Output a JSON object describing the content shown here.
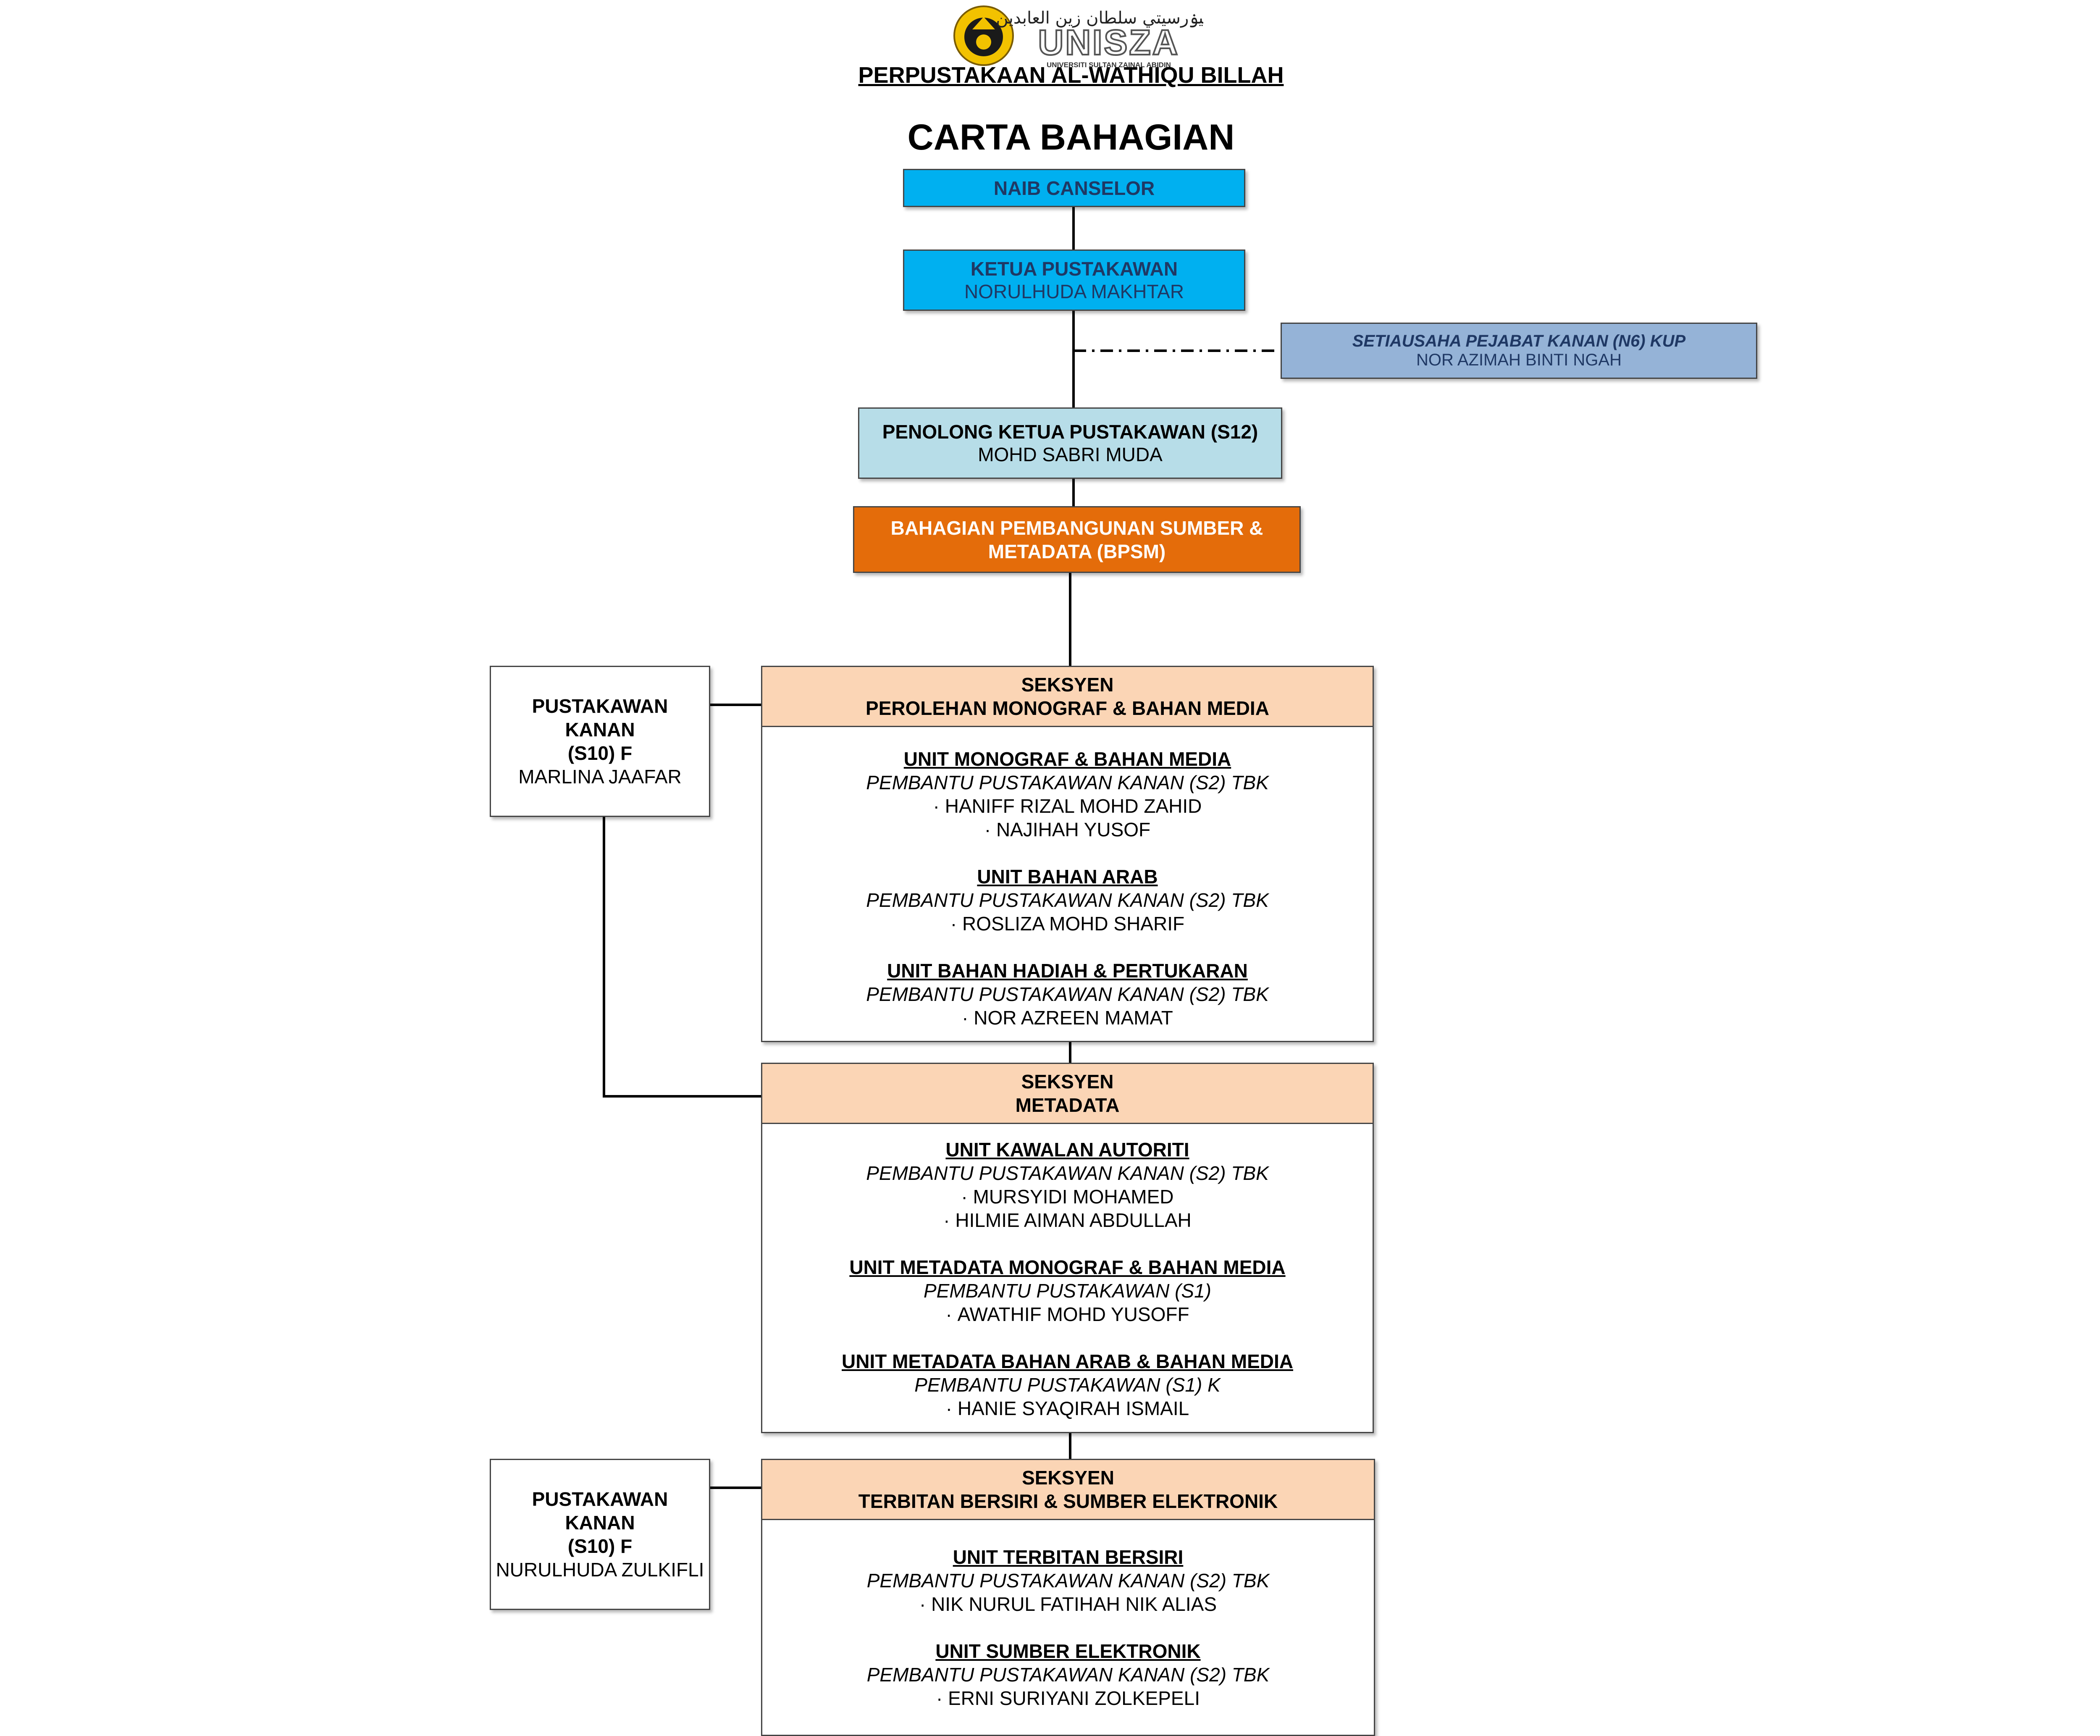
{
  "header": {
    "logo_text": "UNISZA",
    "logo_subtext": "UNIVERSITI SULTAN ZAINAL ABIDIN",
    "logo_arabic": "يونيۏرسيتي سلطان زين العابدين",
    "library_name": "PERPUSTAKAAN AL-WATHIQU BILLAH",
    "chart_title": "CARTA BAHAGIAN"
  },
  "vc": {
    "title": "NAIB CANSELOR"
  },
  "chief_librarian": {
    "title": "KETUA PUSTAKAWAN",
    "name": "NORULHUDA MAKHTAR"
  },
  "secretary": {
    "title": "SETIAUSAHA PEJABAT KANAN (N6) KUP",
    "name": "NOR AZIMAH BINTI NGAH"
  },
  "assistant_chief": {
    "title": "PENOLONG KETUA PUSTAKAWAN (S12)",
    "name": "MOHD SABRI MUDA"
  },
  "division": {
    "line1": "BAHAGIAN PEMBANGUNAN SUMBER &",
    "line2": "METADATA (BPSM)"
  },
  "side_heads": [
    {
      "l1": "PUSTAKAWAN",
      "l2": "KANAN",
      "l3": "(S10) F",
      "name": "MARLINA JAAFAR"
    },
    {
      "l1": "PUSTAKAWAN",
      "l2": "KANAN",
      "l3": "(S10) F",
      "name": "NURULHUDA ZULKIFLI"
    }
  ],
  "sections": [
    {
      "l1": "SEKSYEN",
      "l2": "PEROLEHAN MONOGRAF & BAHAN MEDIA",
      "units": [
        {
          "name": "UNIT MONOGRAF & BAHAN MEDIA",
          "grade": "PEMBANTU PUSTAKAWAN KANAN (S2) TBK",
          "members": [
            "HANIFF RIZAL MOHD ZAHID",
            "NAJIHAH YUSOF"
          ]
        },
        {
          "name": "UNIT BAHAN ARAB",
          "grade": "PEMBANTU PUSTAKAWAN KANAN (S2) TBK",
          "members": [
            "ROSLIZA MOHD SHARIF"
          ]
        },
        {
          "name": "UNIT BAHAN HADIAH & PERTUKARAN",
          "grade": "PEMBANTU PUSTAKAWAN KANAN (S2) TBK",
          "members": [
            "NOR AZREEN MAMAT"
          ]
        }
      ]
    },
    {
      "l1": "SEKSYEN",
      "l2": "METADATA",
      "units": [
        {
          "name": "UNIT KAWALAN AUTORITI",
          "grade": "PEMBANTU PUSTAKAWAN KANAN (S2) TBK",
          "members": [
            "MURSYIDI MOHAMED",
            "HILMIE AIMAN ABDULLAH"
          ]
        },
        {
          "name": "UNIT METADATA MONOGRAF & BAHAN MEDIA",
          "grade": "PEMBANTU PUSTAKAWAN (S1)",
          "members": [
            "AWATHIF MOHD YUSOFF"
          ]
        },
        {
          "name": "UNIT METADATA BAHAN ARAB & BAHAN MEDIA",
          "grade": "PEMBANTU PUSTAKAWAN (S1) K",
          "members": [
            "HANIE SYAQIRAH ISMAIL"
          ]
        }
      ]
    },
    {
      "l1": "SEKSYEN",
      "l2": "TERBITAN BERSIRI & SUMBER ELEKTRONIK",
      "units": [
        {
          "name": "UNIT TERBITAN BERSIRI",
          "grade": "PEMBANTU PUSTAKAWAN KANAN (S2) TBK",
          "members": [
            "NIK NURUL FATIHAH NIK ALIAS"
          ]
        },
        {
          "name": "UNIT SUMBER ELEKTRONIK",
          "grade": "PEMBANTU PUSTAKAWAN KANAN (S2) TBK",
          "members": [
            "ERNI SURIYANI ZOLKEPELI"
          ]
        }
      ]
    }
  ]
}
